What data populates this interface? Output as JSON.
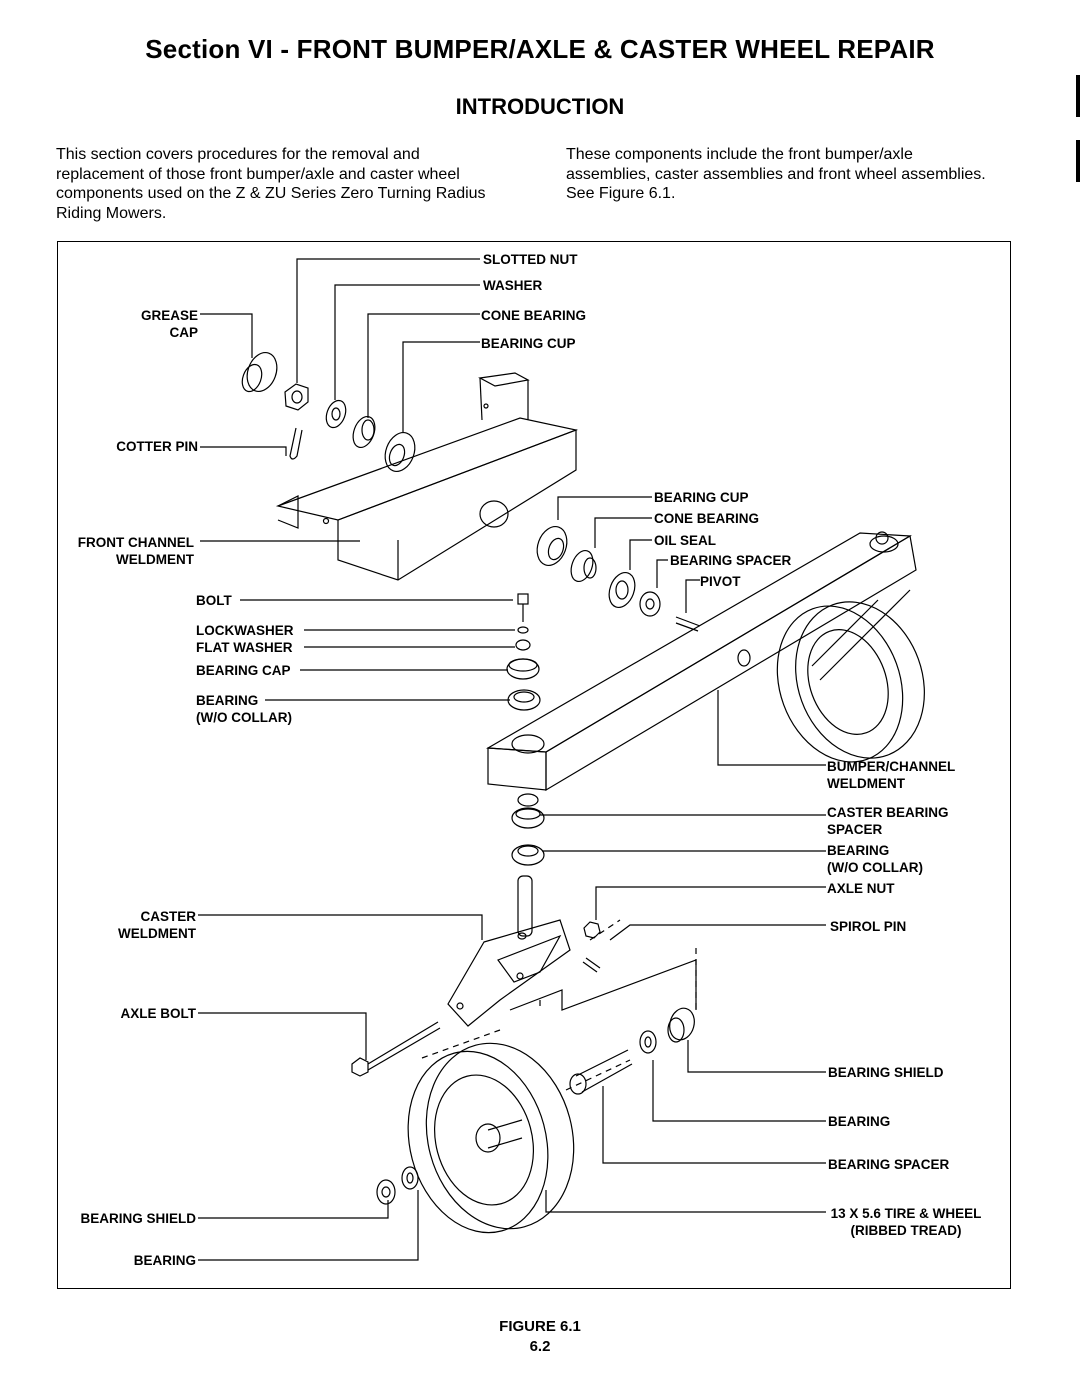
{
  "header": {
    "title": "Section VI - FRONT BUMPER/AXLE & CASTER WHEEL REPAIR",
    "subtitle": "INTRODUCTION"
  },
  "intro": {
    "left": "This section covers procedures for the removal and replacement of those front bumper/axle and caster wheel components used on the Z & ZU Series Zero Turning Radius Riding Mowers.",
    "right": "These components include the front bumper/axle assemblies, caster assemblies and front wheel assemblies. See Figure 6.1."
  },
  "labels": {
    "slotted_nut": "SLOTTED NUT",
    "washer": "WASHER",
    "grease_cap_1": "GREASE",
    "grease_cap_2": "CAP",
    "cone_bearing_top": "CONE BEARING",
    "bearing_cup_top": "BEARING CUP",
    "cotter_pin": "COTTER PIN",
    "bearing_cup_mid": "BEARING CUP",
    "cone_bearing_mid": "CONE BEARING",
    "oil_seal": "OIL SEAL",
    "bearing_spacer_mid": "BEARING SPACER",
    "pivot": "PIVOT",
    "front_channel_1": "FRONT CHANNEL",
    "front_channel_2": "WELDMENT",
    "bolt": "BOLT",
    "lockwasher": "LOCKWASHER",
    "flat_washer": "FLAT WASHER",
    "bearing_cap": "BEARING CAP",
    "bearing_wo_collar_left_1": "BEARING",
    "bearing_wo_collar_left_2": "(W/O COLLAR)",
    "bumper_channel_1": "BUMPER/CHANNEL",
    "bumper_channel_2": "WELDMENT",
    "caster_bearing_spacer_1": "CASTER BEARING",
    "caster_bearing_spacer_2": "SPACER",
    "bearing_wo_collar_right_1": "BEARING",
    "bearing_wo_collar_right_2": "(W/O COLLAR)",
    "axle_nut": "AXLE NUT",
    "caster_weldment_1": "CASTER",
    "caster_weldment_2": "WELDMENT",
    "spirol_pin": "SPIROL PIN",
    "axle_bolt": "AXLE BOLT",
    "bearing_shield_right": "BEARING SHIELD",
    "bearing_right": "BEARING",
    "bearing_spacer_low": "BEARING SPACER",
    "tire_wheel_1": "13 X 5.6 TIRE & WHEEL",
    "tire_wheel_2": "(RIBBED TREAD)",
    "bearing_shield_left": "BEARING SHIELD",
    "bearing_left": "BEARING"
  },
  "footer": {
    "caption": "FIGURE 6.1",
    "page_number": "6.2"
  }
}
